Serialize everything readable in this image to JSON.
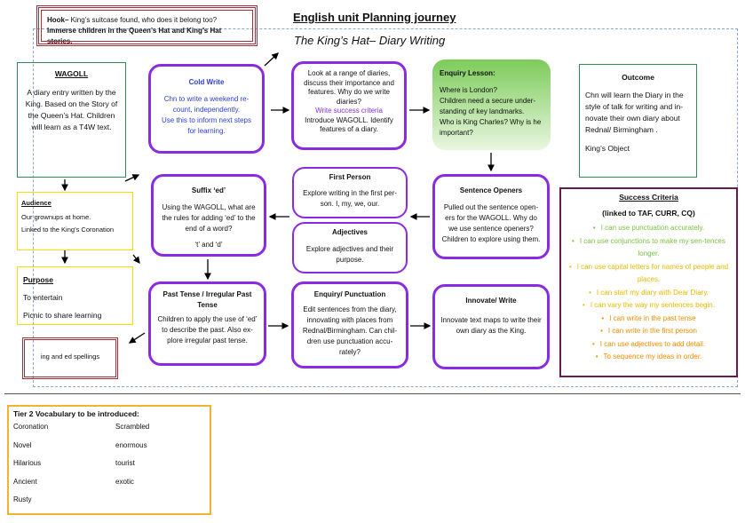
{
  "page": {
    "title": "English unit Planning journey",
    "subtitle": "The King’s Hat– Diary Writing"
  },
  "hook": {
    "label": "Hook–",
    "line1": " King’s suitcase found, who does it belong too?",
    "line2": "Immerse children in the Queen’s Hat and King’s Hat stories."
  },
  "wagoll": {
    "title": "WAGOLL",
    "text": "A diary entry written by the King. Based on the Story of the Queen’s Hat. Children will learn as a T4W text."
  },
  "audience": {
    "title": "Audience",
    "line1": "Our grownups at home.",
    "line2": "Linked to the King’s Coronation"
  },
  "purpose": {
    "title": "Purpose",
    "line1": "To entertain",
    "line2": "Picnic to share learning"
  },
  "spellings": {
    "text": "ing and ed spellings"
  },
  "cold_write": {
    "title": "Cold Write",
    "text1": "Chn to write a weekend re-count, independently.",
    "text2": "Use this to inform next steps for learning."
  },
  "look_diaries": {
    "text1": "Look at a range of diaries, discuss their importance and features. Why do we write diaries?",
    "text2": "Write success criteria",
    "text3": "Introduce WAGOLL. Identify features of a diary."
  },
  "enquiry_lesson": {
    "title": "Enquiry Lesson:",
    "line1": "Where is London?",
    "line2": "Children need a secure under-standing of key landmarks.",
    "line3": "Who is King Charles? Why is he important?"
  },
  "outcome": {
    "title": "Outcome",
    "text": "Chn will learn the Diary in the style of talk for writing and in-novate their own diary about Rednal/ Birmingham .",
    "text2": "King’s Object"
  },
  "suffix": {
    "title": "Suffix ‘ed’",
    "text1": "Using the WAGOLL, what are the rules for adding ‘ed’ to the end of a word?",
    "text2": "‘t’ and ‘d’"
  },
  "first_person": {
    "title": "First Person",
    "text": "Explore writing in the first per-son. I, my, we, our."
  },
  "adjectives": {
    "title": "Adjectives",
    "text": "Explore adjectives and their purpose."
  },
  "sentence_openers": {
    "title": "Sentence Openers",
    "text": "Pulled out the sentence open-ers for the WAGOLL. Why do we use sentence openers? Children to explore using them."
  },
  "past_tense": {
    "title": "Past Tense / Irregular Past Tense",
    "text": "Children to apply the use of ‘ed’ to describe the past. Also ex-plore irregular past tense."
  },
  "enquiry_punct": {
    "title": "Enquiry/ Punctuation",
    "text": "Edit sentences from the diary, innovating with places from Rednal/Birmingham. Can chil-dren use punctuation accu-rately?"
  },
  "innovate": {
    "title": "Innovate/ Write",
    "text": "Innovate text maps to write their own diary as the King."
  },
  "success_criteria": {
    "title": "Success Criteria",
    "subtitle": "(linked to TAF, CURR, CQ)",
    "items": [
      {
        "text": "I can use punctuation accurately.",
        "color": "#7ac142"
      },
      {
        "text": "I can use conjunctions to make my sen-tences longer.",
        "color": "#7ac142"
      },
      {
        "text": "I can use capital letters for names of people and places.",
        "color": "#e6b800"
      },
      {
        "text": "I can start my diary with Dear Diary.",
        "color": "#e6b800"
      },
      {
        "text": "I can vary the way my sentences begin.",
        "color": "#e6b800"
      },
      {
        "text": "I can write in the past tense",
        "color": "#f08c00"
      },
      {
        "text": "I can write in the first person",
        "color": "#f08c00"
      },
      {
        "text": "I can use adjectives to add detail.",
        "color": "#f08c00"
      },
      {
        "text": "To sequence my ideas in order.",
        "color": "#f08c00"
      }
    ]
  },
  "vocab": {
    "title": "Tier 2 Vocabulary to be introduced:",
    "rows": [
      [
        "Coronation",
        "Scrambled"
      ],
      [
        "Novel",
        "enormous"
      ],
      [
        "Hilarious",
        "tourist"
      ],
      [
        "Ancient",
        "exotic"
      ],
      [
        "Rusty",
        ""
      ]
    ]
  },
  "colors": {
    "purple": "#8a2be2",
    "green": "#7ccc5a",
    "dark_red": "#a0303a",
    "maroon": "#6a1b4d",
    "yellow_border": "#f0e000",
    "orange_border": "#f2b234"
  }
}
